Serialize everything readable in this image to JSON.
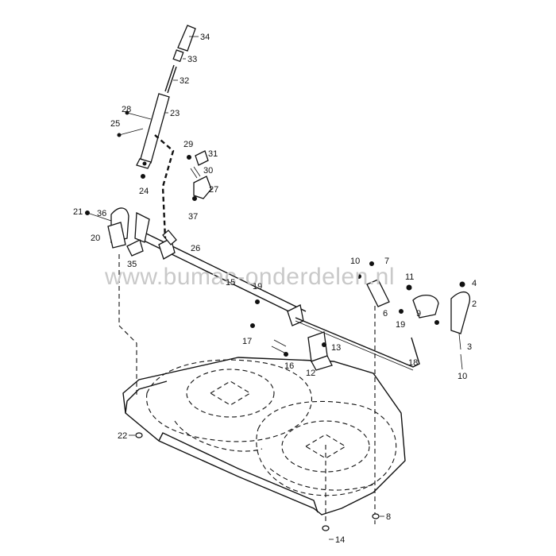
{
  "watermark": "www.bumac-onderdelen.nl",
  "labels": {
    "p34": "34",
    "p33": "33",
    "p32": "32",
    "p23": "23",
    "p28": "28",
    "p25": "25",
    "p29": "29",
    "p31": "31",
    "p30": "30",
    "p27": "27",
    "p24": "24",
    "p37": "37",
    "p21": "21",
    "p36": "36",
    "p20": "20",
    "p35": "35",
    "p26": "26",
    "p15": "15",
    "p19a": "19",
    "p10a": "10",
    "p7": "7",
    "p11": "11",
    "p6": "6",
    "p4": "4",
    "p2": "2",
    "p9": "9",
    "p19b": "19",
    "p3": "3",
    "p10b": "10",
    "p17": "17",
    "p16": "16",
    "p13": "13",
    "p12": "12",
    "p18": "18",
    "p22": "22",
    "p8": "8",
    "p14": "14"
  }
}
